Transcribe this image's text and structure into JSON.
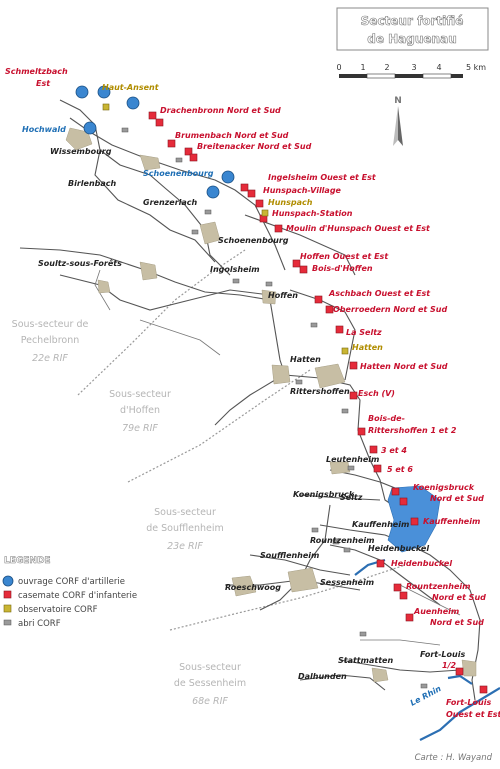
{
  "title": {
    "line1": "Secteur fortifié",
    "line2": "de Haguenau"
  },
  "scale": {
    "ticks": [
      "0",
      "1",
      "2",
      "3",
      "4",
      "5 km"
    ]
  },
  "north_label": "N",
  "legend": {
    "title": "LEGENDE",
    "items": [
      {
        "symbol": "ouvrage",
        "label": "ouvrage CORF d'artillerie"
      },
      {
        "symbol": "casemate",
        "label": "casemate CORF d'infanterie"
      },
      {
        "symbol": "obs",
        "label": "observatoire CORF"
      },
      {
        "symbol": "abri",
        "label": "abri CORF"
      }
    ]
  },
  "credit": "Carte : H. Wayand",
  "subsectors": [
    {
      "name_l1": "Sous-secteur de",
      "name_l2": "Pechelbronn",
      "rif": "22e RIF"
    },
    {
      "name_l1": "Sous-secteur",
      "name_l2": "d'Hoffen",
      "rif": "79e RIF"
    },
    {
      "name_l1": "Sous-secteur",
      "name_l2": "de Soufflenheim",
      "rif": "23e RIF"
    },
    {
      "name_l1": "Sous-secteur",
      "name_l2": "de Sessenheim",
      "rif": "68e RIF"
    }
  ],
  "labels": {
    "red": [
      "Schmeltzbach",
      "Est",
      "Drachenbronn Nord et Sud",
      "Brumenbach Nord et Sud",
      "Breitenacker Nord et Sud",
      "Ingelsheim Ouest et Est",
      "Hunspach-Village",
      "Hunspach-Station",
      "Moulin d'Hunspach Ouest et Est",
      "Hoffen Ouest et Est",
      "Bois-d'Hoffen",
      "Aschbach Ouest et Est",
      "Oberroedern Nord et Sud",
      "La Seltz",
      "Hatten Nord et Sud",
      "Esch (V)",
      "Bois-de-",
      "Rittershoffen 1 et 2",
      "3 et 4",
      "5 et 6",
      "Koenigsbruck",
      "Nord et Sud",
      "Kauffenheim",
      "Heidenbuckel",
      "Rountzenheim",
      "Nord et Sud",
      "Auenheim",
      "Nord et Sud",
      "1/2",
      "Fort-Louis",
      "Ouest et Est"
    ],
    "gold": [
      "Haut-Ansent",
      "Hunspach",
      "Hatten"
    ],
    "blue": [
      "Hochwald",
      "Schoenenbourg"
    ],
    "black": [
      "Wissembourg",
      "Birlenbach",
      "Grenzerlach",
      "Schoenenbourg",
      "Soultz-sous-Forêts",
      "Ingolsheim",
      "Hoffen",
      "Hatten",
      "Rittershoffen",
      "Leutenheim",
      "Seltz",
      "Koenigsbruck",
      "Kauffenheim",
      "Rountzenheim",
      "Soufflenheim",
      "Roeschwoog",
      "Fort-Louis",
      "Stattmatten",
      "Dalhunden",
      "Sessenheim",
      "Heidenbuckel"
    ],
    "river": "Le Rhin"
  }
}
